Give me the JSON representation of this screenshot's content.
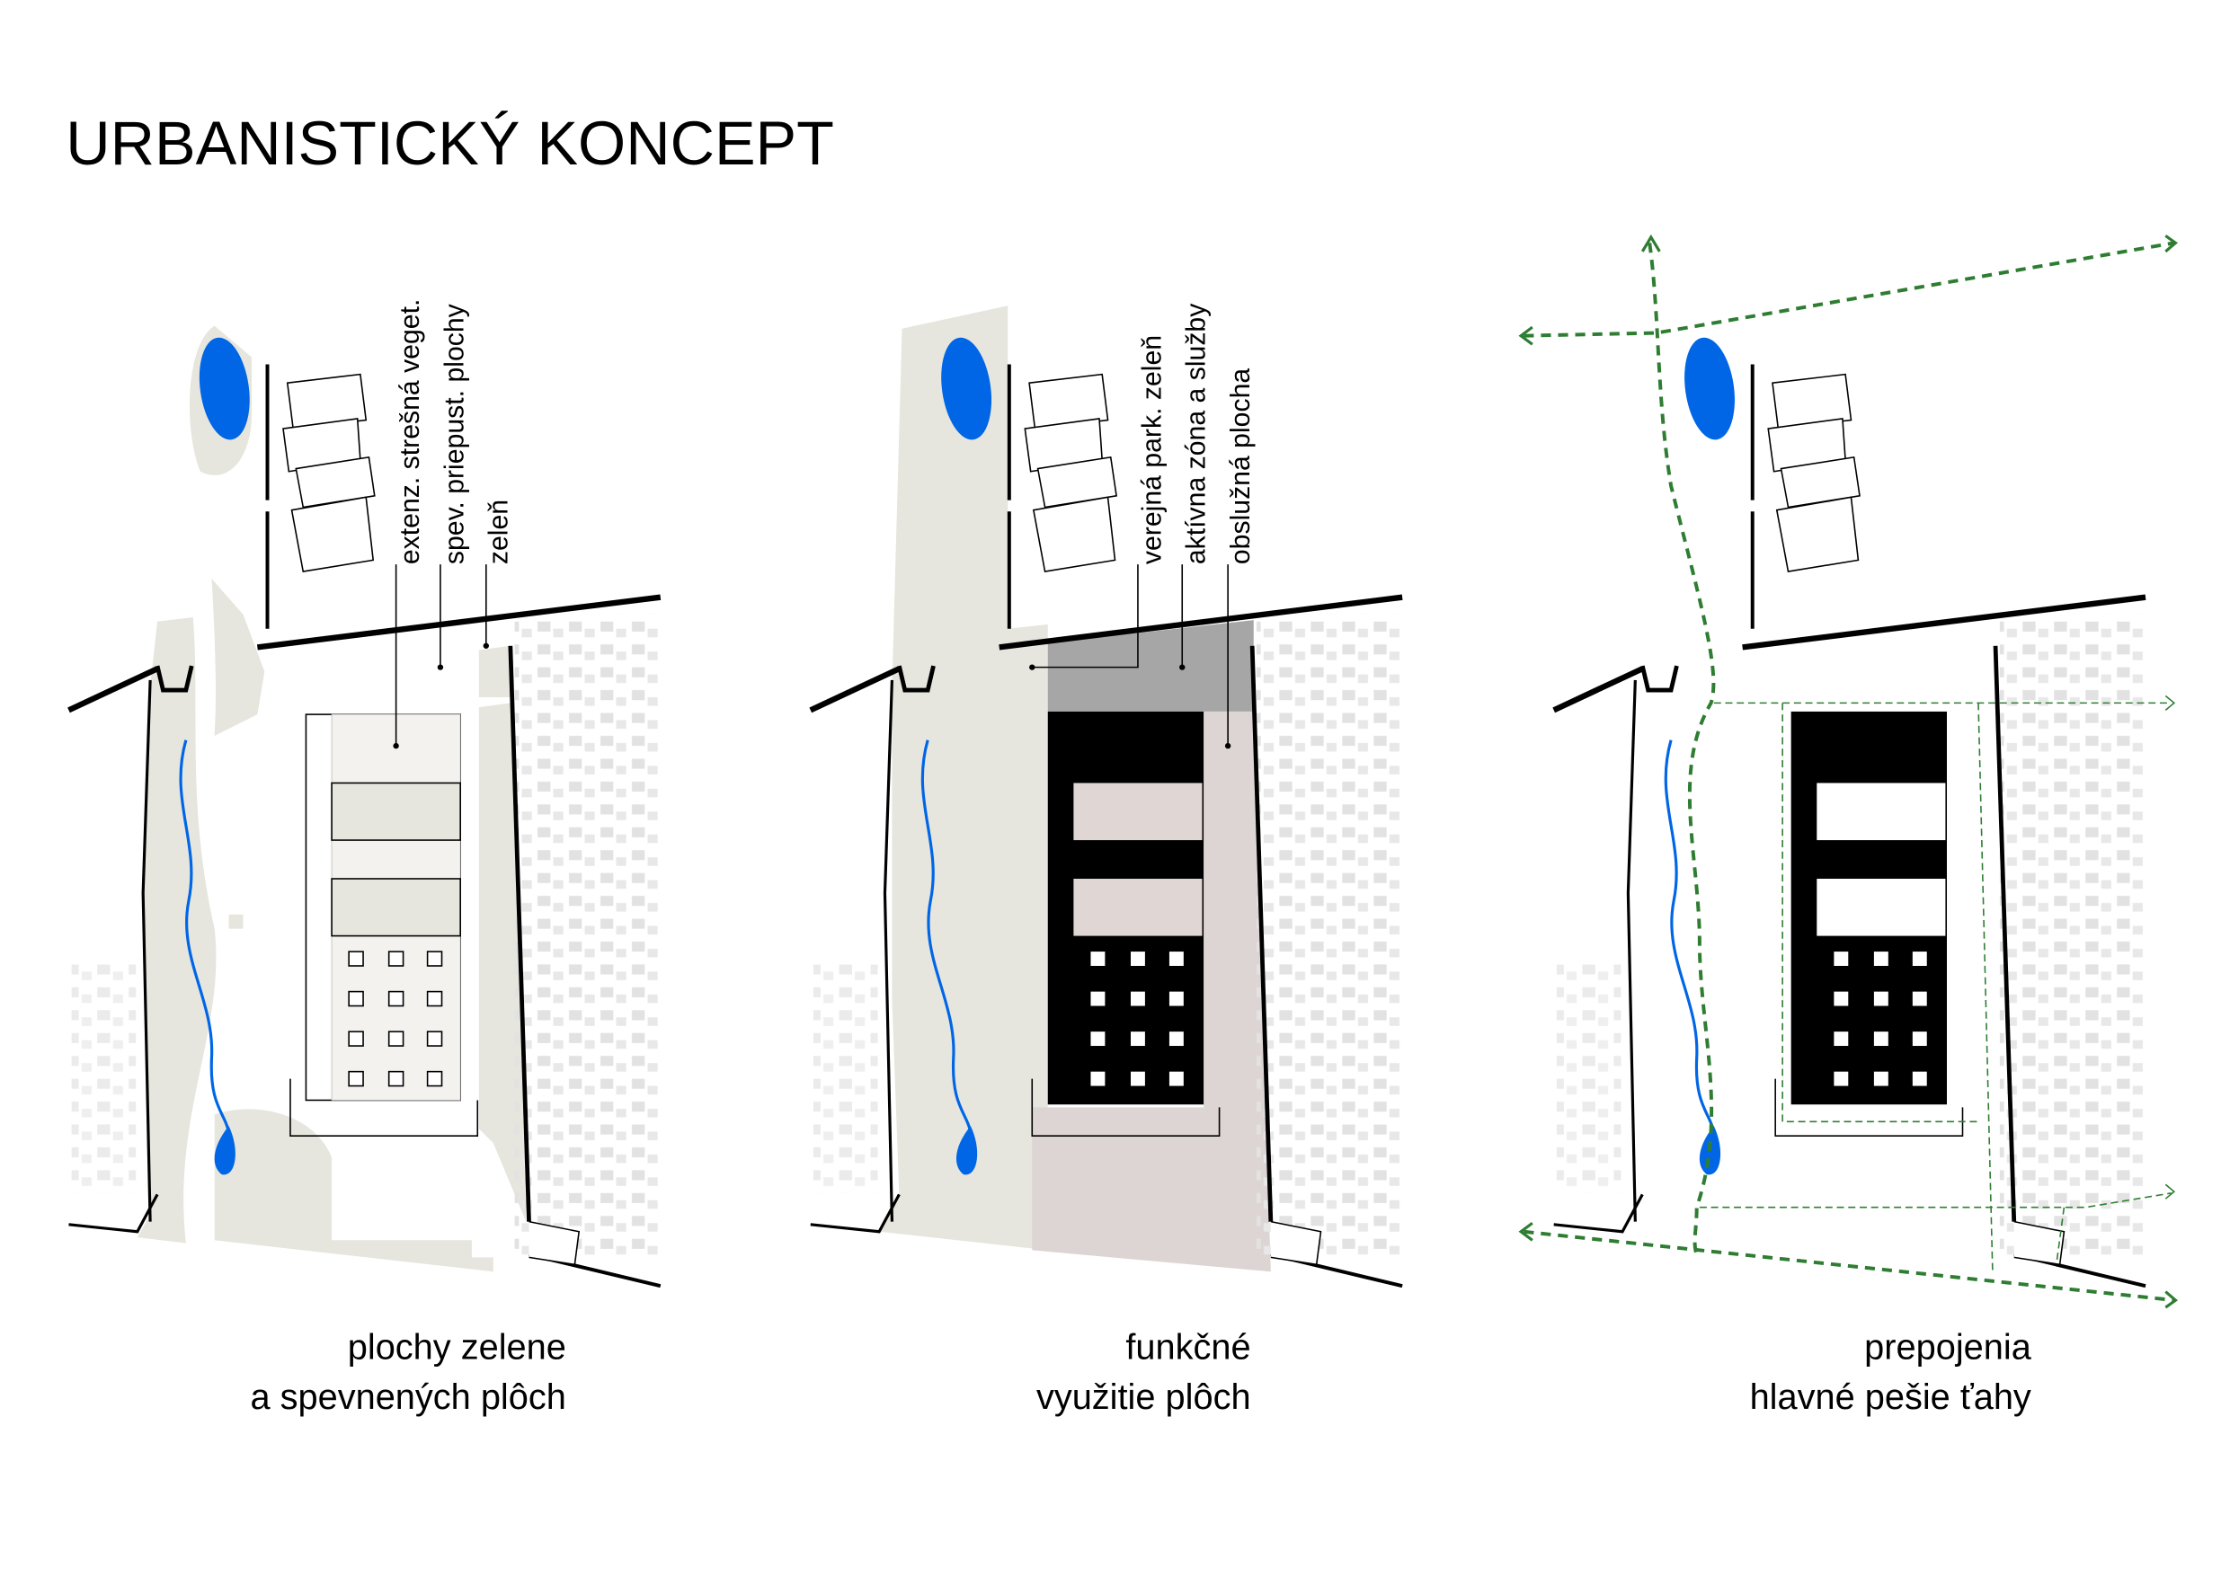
{
  "title": "URBANISTICKÝ KONCEPT",
  "colors": {
    "green_area": "#e6e6de",
    "water": "#0066e6",
    "service_area": "#ddd5d3",
    "active_zone": "#a6a6a6",
    "path": "#2e7d32"
  },
  "panels": [
    {
      "caption_line1": "plochy zelene",
      "caption_line2": "a spevnených plôch",
      "labels": [
        "extenz. strešná veget.",
        "spev. priepust. plochy",
        "zeleň"
      ]
    },
    {
      "caption_line1": "funkčné",
      "caption_line2": "využitie plôch",
      "labels": [
        "verejná park. zeleň",
        "aktívna zóna a služby",
        "obslužná plocha"
      ]
    },
    {
      "caption_line1": "prepojenia",
      "caption_line2": "hlavné pešie ťahy"
    }
  ]
}
